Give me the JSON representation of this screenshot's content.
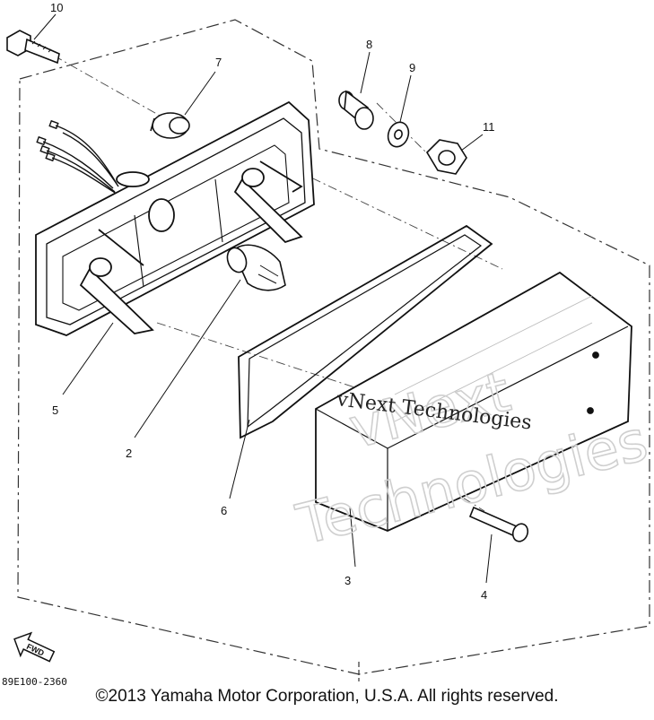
{
  "callouts": [
    {
      "id": "1",
      "label": "10"
    },
    {
      "id": "2",
      "label": "7"
    },
    {
      "id": "3",
      "label": "8"
    },
    {
      "id": "4",
      "label": "9"
    },
    {
      "id": "5",
      "label": "11"
    },
    {
      "id": "6",
      "label": "5"
    },
    {
      "id": "7",
      "label": "2"
    },
    {
      "id": "8",
      "label": "6"
    },
    {
      "id": "9",
      "label": "3"
    },
    {
      "id": "10",
      "label": "4"
    }
  ],
  "watermark": {
    "outline_line1": "vNext",
    "outline_line2": "Technologies",
    "overlay": "vNext Technologies"
  },
  "direction_arrow": {
    "label": "FWD"
  },
  "diagram_code": "89E100-2360",
  "copyright": "©2013 Yamaha Motor Corporation, U.S.A. All rights reserved."
}
